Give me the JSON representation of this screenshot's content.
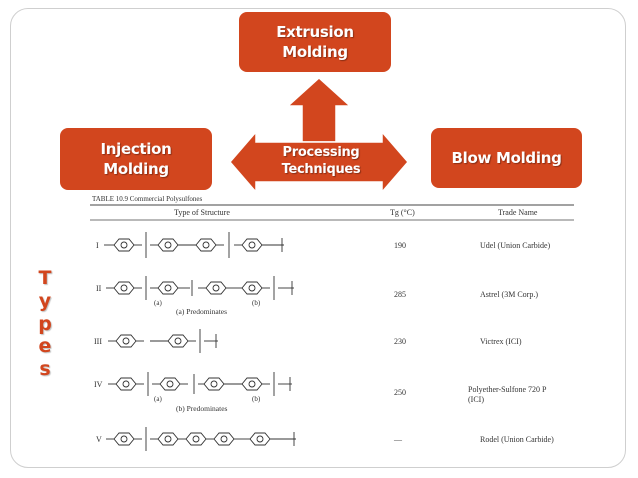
{
  "diagram": {
    "center": {
      "line1": "Processing",
      "line2": "Techniques"
    },
    "extrusion": {
      "line1": "Extrusion",
      "line2": "Molding"
    },
    "injection": {
      "line1": "Injection",
      "line2": "Molding"
    },
    "blow": {
      "label": "Blow Molding"
    },
    "box_color": "#d2461e"
  },
  "side_label": {
    "letters": [
      "T",
      "y",
      "p",
      "e",
      "s"
    ]
  },
  "table": {
    "caption": "TABLE 10.9   Commercial Polysulfones",
    "headers": {
      "structure": "Type of Structure",
      "tg": "Tg (°C)",
      "trade": "Trade Name"
    },
    "rows": [
      {
        "num": "I",
        "tg": "190",
        "trade": "Udel (Union Carbide)"
      },
      {
        "num": "II",
        "tg": "285",
        "trade": "Astrel (3M Corp.)",
        "sub_a": "(a)",
        "sub_b": "(b)",
        "note": "(a) Predominates"
      },
      {
        "num": "III",
        "tg": "230",
        "trade": "Victrex (ICI)"
      },
      {
        "num": "IV",
        "tg": "250",
        "trade": "Polyether-Sulfone 720 P",
        "trade2": "(ICI)",
        "sub_a": "(a)",
        "sub_b": "(b)",
        "note": "(b) Predominates"
      },
      {
        "num": "V",
        "tg": "—",
        "trade": "Rodel (Union Carbide)"
      }
    ]
  }
}
